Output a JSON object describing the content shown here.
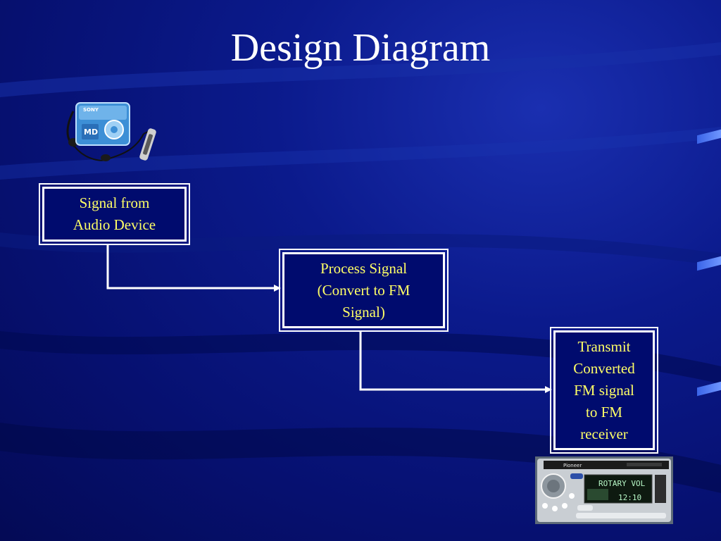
{
  "title": "Design Diagram",
  "nodes": {
    "audio_source": {
      "label": "Signal from\nAudio Device"
    },
    "process": {
      "label": "Process Signal\n(Convert to FM\nSignal)"
    },
    "transmit": {
      "label": "Transmit\nConverted\nFM signal\nto FM\nreceiver"
    }
  },
  "edges": [
    {
      "from": "audio_source",
      "to": "process"
    },
    {
      "from": "process",
      "to": "transmit"
    }
  ],
  "images": {
    "top": {
      "icon": "minidisc-player-icon",
      "brand_text": "SONY",
      "badge_text": "MD"
    },
    "bottom": {
      "icon": "car-stereo-icon",
      "brand_text": "Pioneer",
      "display_text": "ROTARY VOL",
      "clock_text": "12:10"
    }
  },
  "colors": {
    "box_text": "#ffff66",
    "box_bg": "#000b6e",
    "line": "#ffffff",
    "title": "#ffffff"
  }
}
